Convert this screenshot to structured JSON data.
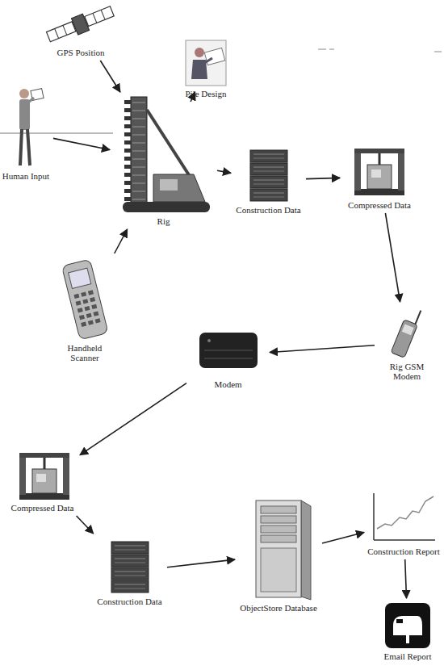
{
  "diagram": {
    "nodes": [
      {
        "text": [
          "GPS Position"
        ]
      },
      {
        "text": [
          "Pile Design"
        ]
      },
      {
        "text": [
          "Human Input"
        ]
      },
      {
        "text": [
          "Rig"
        ]
      },
      {
        "text": [
          "Handheld Scanner"
        ]
      },
      {
        "text": [
          "Construction Data"
        ]
      },
      {
        "text": [
          "Compressed Data"
        ]
      },
      {
        "text": [
          "Rig GSM Modem"
        ]
      },
      {
        "text": [
          "Modem"
        ]
      },
      {
        "text": [
          "Compressed Data"
        ]
      },
      {
        "text": [
          "Construction Data"
        ]
      },
      {
        "text": [
          "ObjectStore Database"
        ]
      },
      {
        "text": [
          "Construction Report"
        ]
      },
      {
        "text": [
          "Email Report"
        ]
      }
    ],
    "edges": [
      {
        "from": 0,
        "to": 3,
        "arrow": "to"
      },
      {
        "from": 1,
        "to": 3,
        "arrow": "to"
      },
      {
        "from": 2,
        "to": 3,
        "arrow": "to"
      },
      {
        "from": 4,
        "to": 3,
        "arrow": "to"
      },
      {
        "from": 3,
        "to": 5,
        "arrow": "to"
      },
      {
        "from": 5,
        "to": 6,
        "arrow": "to"
      },
      {
        "from": 6,
        "to": 7,
        "arrow": "to"
      },
      {
        "from": 7,
        "to": 8,
        "arrow": "to"
      },
      {
        "from": 8,
        "to": 9,
        "arrow": "to"
      },
      {
        "from": 9,
        "to": 10,
        "arrow": "to"
      },
      {
        "from": 10,
        "to": 11,
        "arrow": "to"
      },
      {
        "from": 11,
        "to": 12,
        "arrow": "to"
      },
      {
        "from": 12,
        "to": 13,
        "arrow": "to"
      }
    ]
  }
}
